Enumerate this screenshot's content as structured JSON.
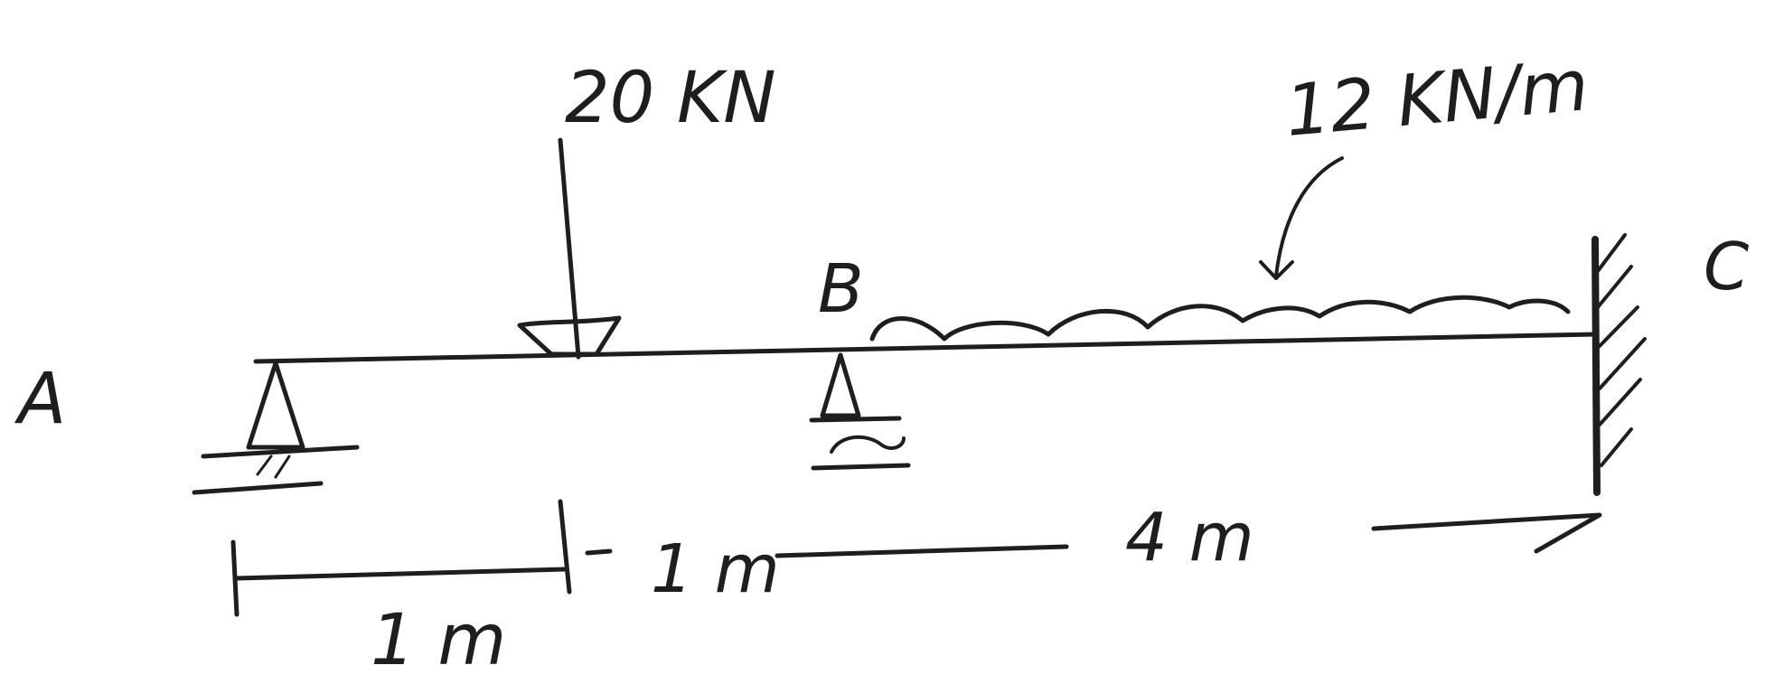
{
  "labels": {
    "point_a": "A",
    "point_b": "B",
    "point_c": "C",
    "point_load": "20 KN",
    "distributed_load": "12 KN/m",
    "span_ab": "1 m",
    "span_bc_part": "1 m",
    "span_c": "4 m"
  },
  "colors": {
    "ink": "#1e1e1e",
    "paper": "#ffffff"
  }
}
